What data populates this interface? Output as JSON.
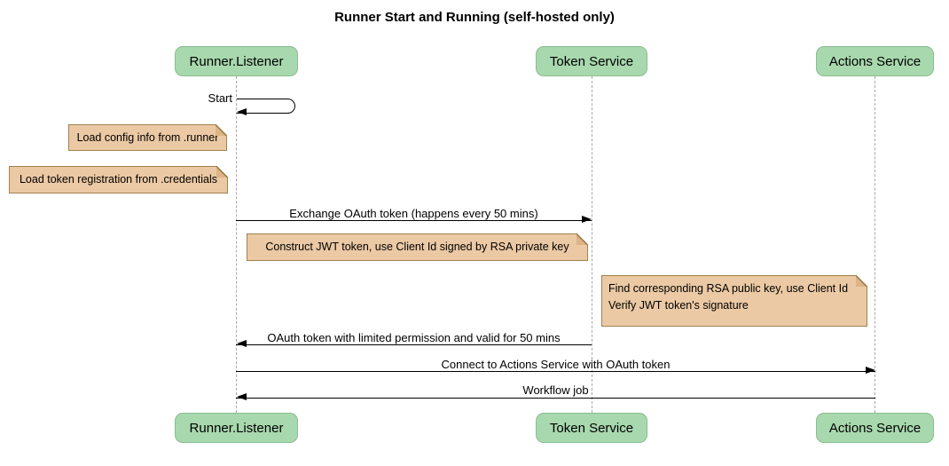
{
  "title": "Runner Start and Running (self-hosted only)",
  "participants": [
    {
      "label": "Runner.Listener"
    },
    {
      "label": "Token Service"
    },
    {
      "label": "Actions Service"
    }
  ],
  "messages": [
    {
      "label": "Start",
      "from": "Runner.Listener",
      "to": "Runner.Listener",
      "kind": "self"
    },
    {
      "label": "Exchange OAuth token (happens every 50 mins)",
      "from": "Runner.Listener",
      "to": "Token Service",
      "kind": "solid"
    },
    {
      "label": "OAuth token with limited permission and valid for 50 mins",
      "from": "Token Service",
      "to": "Runner.Listener",
      "kind": "solid"
    },
    {
      "label": "Connect to Actions Service with OAuth token",
      "from": "Runner.Listener",
      "to": "Actions Service",
      "kind": "solid"
    },
    {
      "label": "Workflow job",
      "from": "Actions Service",
      "to": "Runner.Listener",
      "kind": "solid"
    }
  ],
  "notes": [
    {
      "lines": [
        "Load config info from .runner"
      ]
    },
    {
      "lines": [
        "Load token registration from .credentials"
      ]
    },
    {
      "lines": [
        "Construct JWT token, use Client Id signed by RSA private key"
      ]
    },
    {
      "lines": [
        "Find corresponding RSA public key, use Client Id",
        "Verify JWT token's signature"
      ]
    }
  ],
  "colors": {
    "participant_fill": "#A8D8AE",
    "participant_border": "#89BD92",
    "note_fill": "#EBC9A4",
    "note_border": "#A1824E",
    "lifeline": "#A8A8A8",
    "line": "#000000",
    "background": "#FFFFFF"
  }
}
